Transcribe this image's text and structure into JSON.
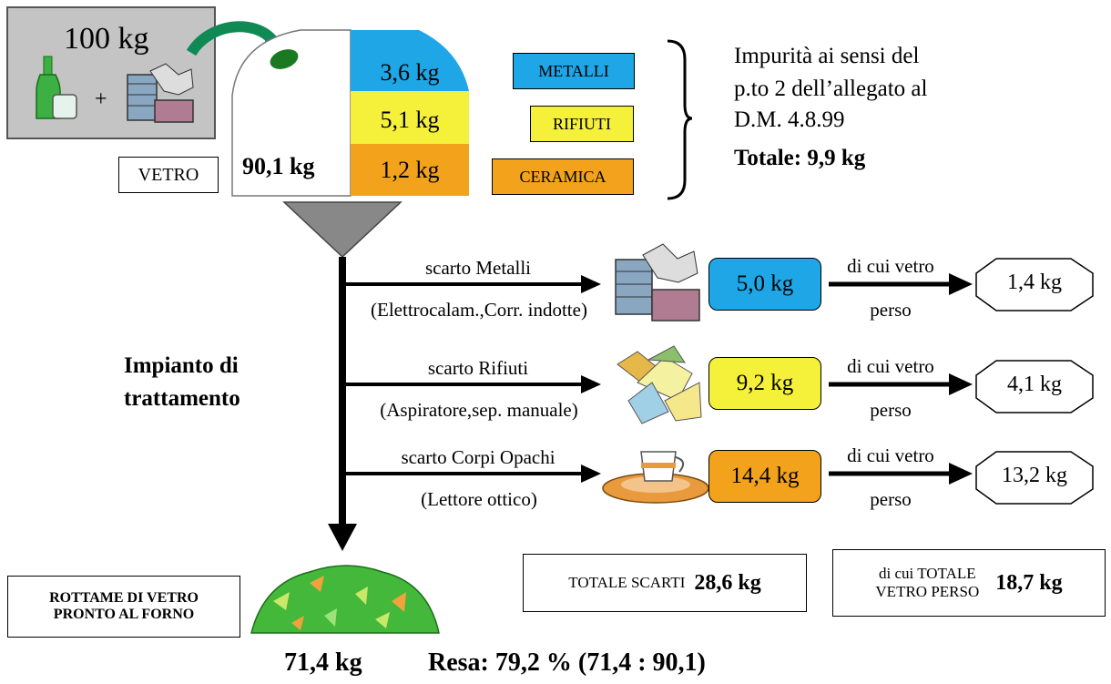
{
  "input": {
    "weight": "100 kg",
    "plus": "+"
  },
  "composition": {
    "glass_label": "VETRO",
    "glass_weight": "90,1 kg",
    "segments": [
      {
        "weight": "3,6 kg",
        "label": "METALLI",
        "color": "#1ea6e6"
      },
      {
        "weight": "5,1 kg",
        "label": "RIFIUTI",
        "color": "#f5f03a"
      },
      {
        "weight": "1,2 kg",
        "label": "CERAMICA",
        "color": "#f3a21b"
      }
    ]
  },
  "impurities": {
    "line1": "Impurità ai sensi del",
    "line2": "p.to 2 dell’allegato al",
    "line3": "D.M. 4.8.99",
    "total": "Totale: 9,9 kg"
  },
  "plant": {
    "line1": "Impianto di",
    "line2": "trattamento"
  },
  "discards": [
    {
      "label": "scarto Metalli",
      "detail": "(Elettrocalam.,Corr. indotte)",
      "weight": "5,0 kg",
      "color": "#1ea6e6",
      "note1": "di cui vetro",
      "note2": "perso",
      "lost": "1,4 kg"
    },
    {
      "label": "scarto Rifiuti",
      "detail": "(Aspiratore,sep. manuale)",
      "weight": "9,2 kg",
      "color": "#f5f03a",
      "note1": "di cui vetro",
      "note2": "perso",
      "lost": "4,1 kg"
    },
    {
      "label": "scarto Corpi Opachi",
      "detail": "(Lettore ottico)",
      "weight": "14,4 kg",
      "color": "#f3a21b",
      "note1": "di cui vetro",
      "note2": "perso",
      "lost": "13,2 kg"
    }
  ],
  "output": {
    "label_line1": "ROTTAME DI VETRO",
    "label_line2": "PRONTO AL FORNO",
    "weight": "71,4 kg",
    "yield": "Resa: 79,2 % (71,4 : 90,1)"
  },
  "totals": {
    "scarti_label": "TOTALE SCARTI",
    "scarti_value": "28,6 kg",
    "lost_label1": "di cui TOTALE",
    "lost_label2": "VETRO PERSO",
    "lost_value": "18,7 kg"
  }
}
